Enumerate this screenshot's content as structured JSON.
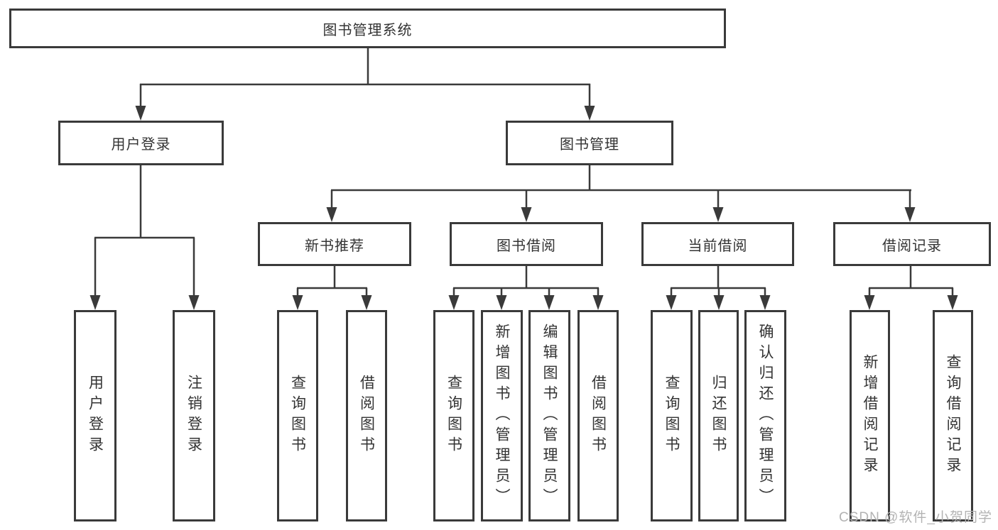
{
  "diagram_title": "图书管理系统",
  "colors": {
    "line": "#3a3a3a",
    "text": "#333333",
    "watermark": "#b3b3b3",
    "background": "#ffffff"
  },
  "nodes": {
    "root": "图书管理系统",
    "level2": {
      "login": "用户登录",
      "mgmt": "图书管理"
    },
    "level3": [
      "新书推荐",
      "图书借阅",
      "当前借阅",
      "借阅记录"
    ],
    "leaves_login": [
      "用户登录",
      "注销登录"
    ],
    "leaves_newbook": [
      "查询图书",
      "借阅图书"
    ],
    "leaves_borrow": [
      "查询图书",
      "新增图书（管理员）",
      "编辑图书（管理员）",
      "借阅图书"
    ],
    "leaves_current": [
      "查询图书",
      "归还图书",
      "确认归还（管理员）"
    ],
    "leaves_record": [
      "新增借阅记录",
      "查询借阅记录"
    ]
  },
  "watermark": "CSDN @软件_小贺同学"
}
